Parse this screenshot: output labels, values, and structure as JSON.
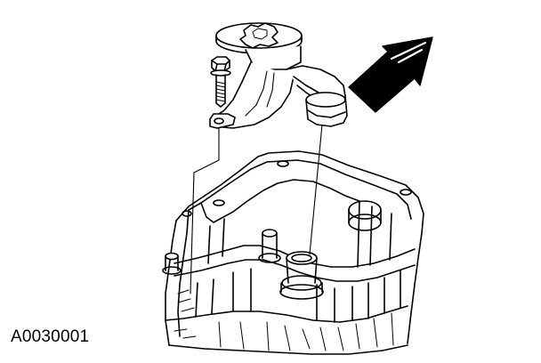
{
  "figure": {
    "reference_code": "A0030001",
    "line_color": "#000000",
    "fill_color": "#ffffff"
  },
  "parts": {
    "pickup_tube": {
      "name": "oil-pump-screen-and-pickup-tube"
    },
    "bolt": {
      "name": "mounting-bolt"
    },
    "arrow": {
      "name": "indicator-arrow"
    },
    "block": {
      "name": "engine-block-lower-section"
    }
  }
}
